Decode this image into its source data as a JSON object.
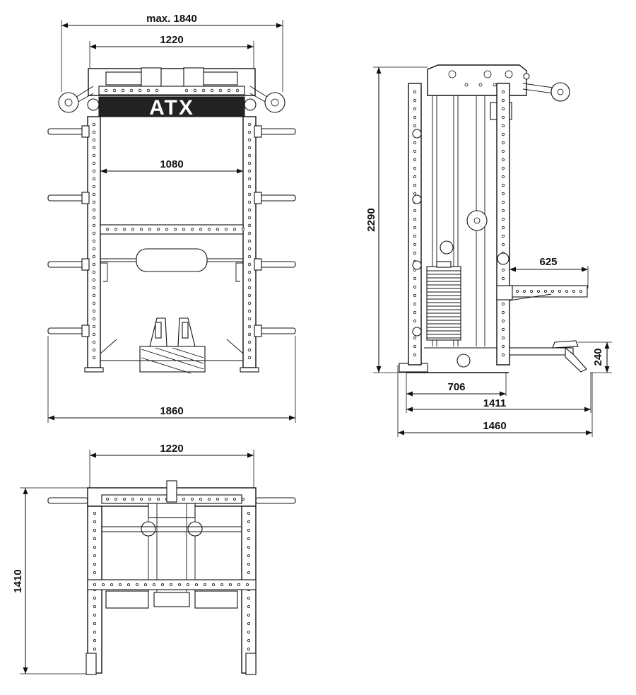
{
  "brand": {
    "logo_text": "ATX"
  },
  "front_view": {
    "max_width_label": "max. 1840",
    "inner_width_label": "1220",
    "inner_frame_label": "1080",
    "overall_width_label": "1860"
  },
  "side_view": {
    "height_label": "2290",
    "arm_label": "625",
    "footrest_height_label": "240",
    "depth_706_label": "706",
    "depth_1411_label": "1411",
    "depth_1460_label": "1460"
  },
  "top_view": {
    "width_label": "1220",
    "depth_label": "1410"
  },
  "colors": {
    "line": "#111111",
    "background": "#ffffff"
  }
}
